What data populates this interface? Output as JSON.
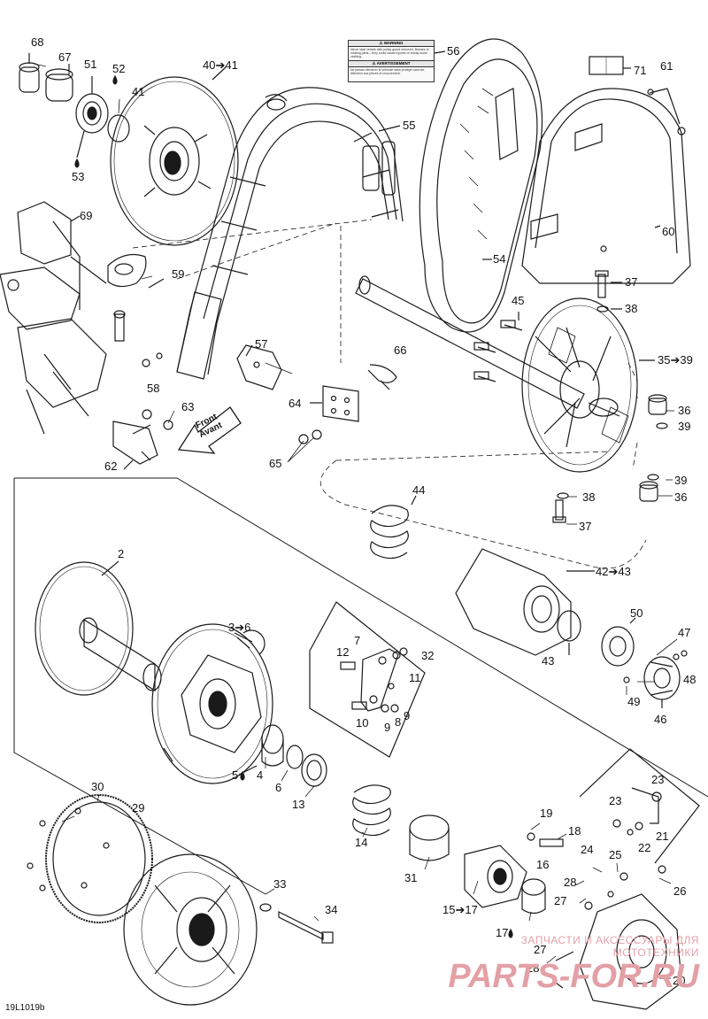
{
  "drawing_code": "19L1019b",
  "front_label": {
    "line1": "Front",
    "line2": "Avant"
  },
  "warning_label": {
    "heading": "⚠ WARNING",
    "body": "Never start vehicle with pulley guard removed. Beware of rotating parts – they could cause injuries or entrap loose clothing.",
    "heading2": "⚠ AVERTISSEMENT",
    "body2": "Ne jamais démarrer le véhicule sans protège-courroie. Attention aux pièces en mouvement."
  },
  "watermark": {
    "line1": "ЗАПЧАСТИ И АКСЕССУАРЫ ДЛЯ МОТОТЕХНИКИ",
    "line2": "PARTS-FOR.RU"
  },
  "callouts": {
    "c68": "68",
    "c67": "67",
    "c51": "51",
    "c52": "52",
    "c40": "40➔41",
    "c41": "41",
    "c53": "53",
    "c56": "56",
    "c71": "71",
    "c61": "61",
    "c55": "55",
    "c60": "60",
    "c69": "69",
    "c59": "59",
    "c54": "54",
    "c37a": "37",
    "c38a": "38",
    "c45": "45",
    "c35": "35➔39",
    "c57": "57",
    "c58": "58",
    "c66": "66",
    "c63": "63",
    "c64": "64",
    "c36a": "36",
    "c39a": "39",
    "c62": "62",
    "c65": "65",
    "c39b": "39",
    "c38b": "38",
    "c36b": "36",
    "c37b": "37",
    "c44": "44",
    "c2": "2",
    "c42": "42➔43",
    "c3": "3➔6",
    "c7": "7",
    "c12": "12",
    "c32": "32",
    "c50": "50",
    "c47": "47",
    "c11": "11",
    "c43": "43",
    "c48": "48",
    "c10": "10",
    "c9a": "9",
    "c8": "8",
    "c9b": "9",
    "c49": "49",
    "c46": "46",
    "c5": "5",
    "c4": "4",
    "c6": "6",
    "c13": "13",
    "c30": "30",
    "c29": "29",
    "c23a": "23",
    "c23b": "23",
    "c21": "21",
    "c22": "22",
    "c14": "14",
    "c19": "19",
    "c18": "18",
    "c31": "31",
    "c24": "24",
    "c25": "25",
    "c16": "16",
    "c28a": "28",
    "c26": "26",
    "c33": "33",
    "c15": "15➔17",
    "c27a": "27",
    "c34": "34",
    "c17": "17",
    "c27b": "27",
    "c28b": "28",
    "c20": "20"
  }
}
